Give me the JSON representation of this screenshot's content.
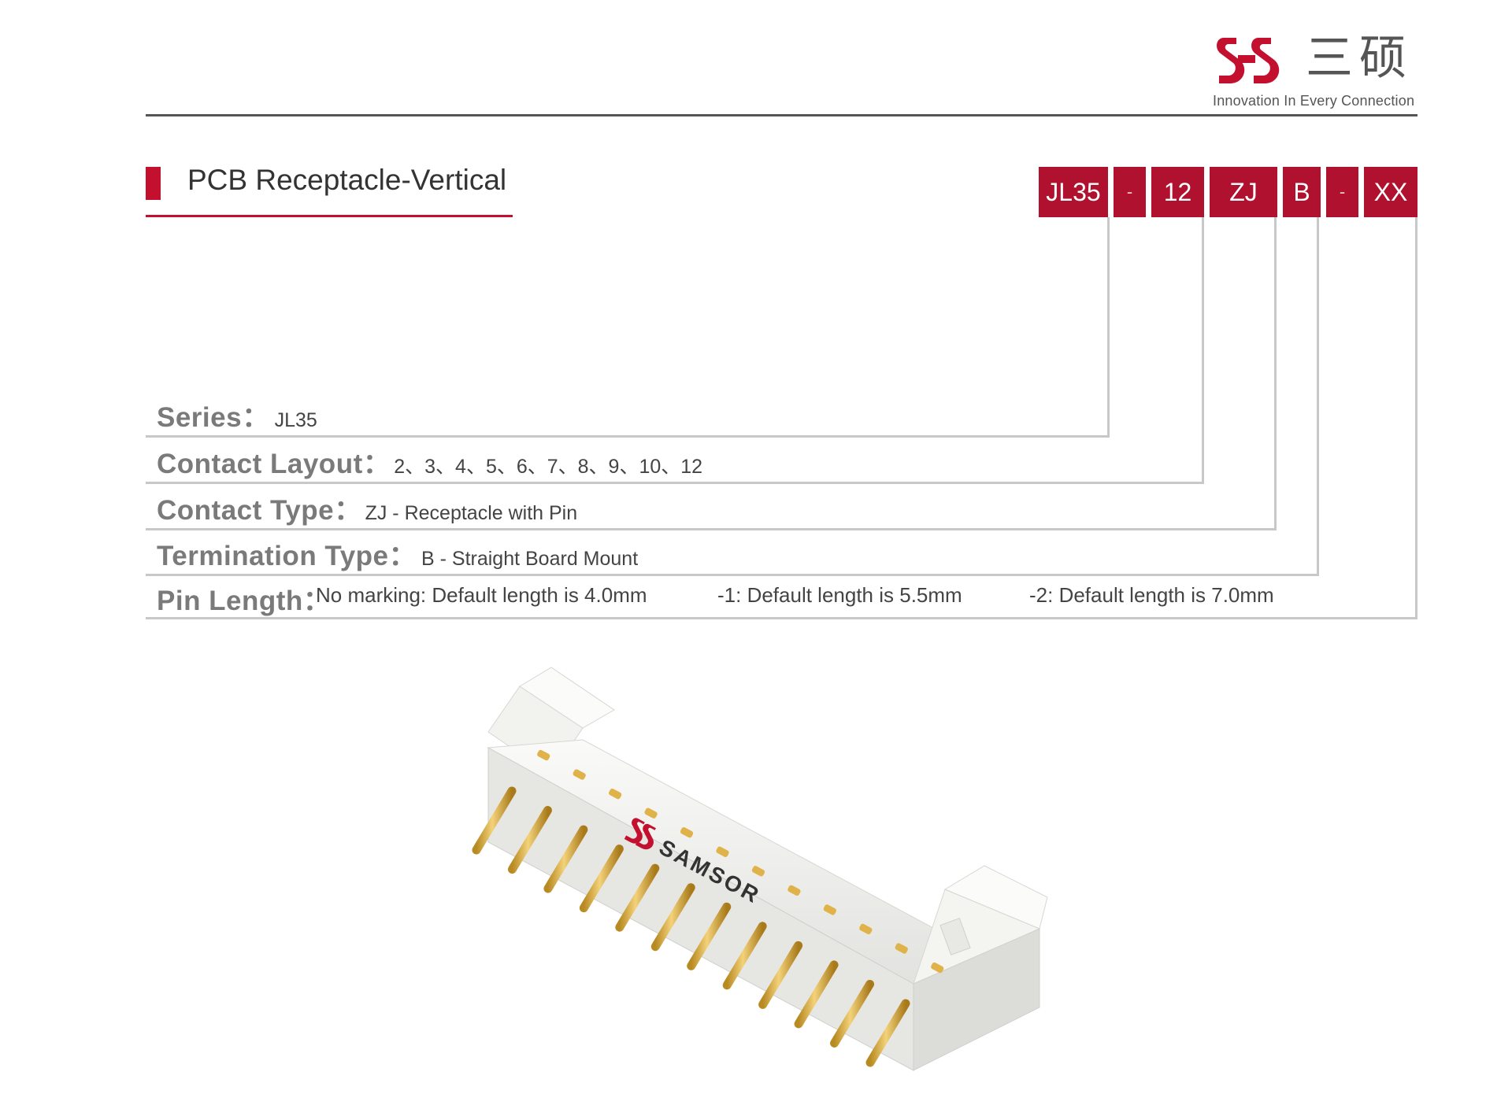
{
  "header": {
    "logo_cn": "三硕",
    "tagline": "Innovation In Every Connection"
  },
  "section": {
    "title": "PCB Receptacle-Vertical"
  },
  "part_code": [
    "JL35",
    "-",
    "12",
    "ZJ",
    "B",
    "-",
    "XX"
  ],
  "specs": {
    "series": {
      "label": "Series：",
      "value": "JL35"
    },
    "contact_layout": {
      "label": "Contact Layout：",
      "value": "2、3、4、5、6、7、8、9、10、12"
    },
    "contact_type": {
      "label": "Contact Type：",
      "value": "ZJ - Receptacle with Pin"
    },
    "termination_type": {
      "label": "Termination Type：",
      "value": "B - Straight Board Mount"
    },
    "pin_length": {
      "label": "Pin Length：",
      "options": [
        "No marking: Default length is 4.0mm",
        "-1: Default length is 5.5mm",
        "-2: Default length is 7.0mm"
      ]
    }
  },
  "product": {
    "brand": "SAMSOR",
    "pin_count": 12,
    "colors": {
      "housing": "#eeeeec",
      "pins": "#d9a93a",
      "brand_red": "#c2102e"
    }
  },
  "colors": {
    "accent": "#c2102e",
    "code_box": "#b0112e",
    "rule": "#c8c8c8"
  }
}
